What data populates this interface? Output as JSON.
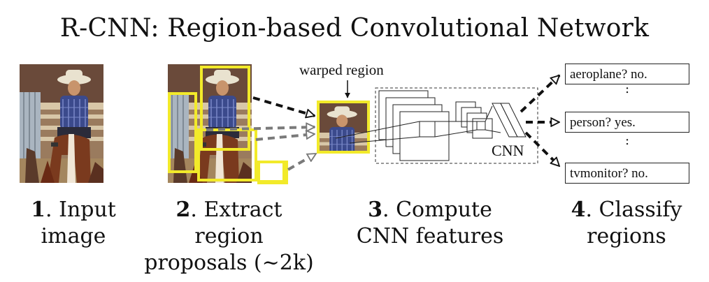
{
  "title": "R-CNN: Region-based Convolutional Network",
  "steps": [
    {
      "num": "1",
      "text_line1": ". Input",
      "text_line2": "image"
    },
    {
      "num": "2",
      "text_line1": ". Extract region",
      "text_line2": "proposals (~2k)"
    },
    {
      "num": "3",
      "text_line1": ". Compute",
      "text_line2": "CNN features"
    },
    {
      "num": "4",
      "text_line1": ". Classify",
      "text_line2": "regions"
    }
  ],
  "warped_label": "warped region",
  "cnn_label": "CNN",
  "classes": [
    {
      "label": "aeroplane? no."
    },
    {
      "label": "person? yes."
    },
    {
      "label": "tvmonitor? no."
    }
  ],
  "ellipsis": ":",
  "colors": {
    "proposal_box": "#f2ea2a",
    "arrow_dark": "#111111",
    "arrow_gray": "#7a7a7a",
    "sky": "#8a6a52",
    "fence": "#c9b79a",
    "shirt": "#3a4a8a",
    "horse": "#7a3a1e"
  },
  "icons": {
    "input_image": "cowboy-on-horse-photo",
    "proposal_image": "cowboy-on-horse-photo-with-region-boxes",
    "warped_image": "warped-region-photo"
  }
}
